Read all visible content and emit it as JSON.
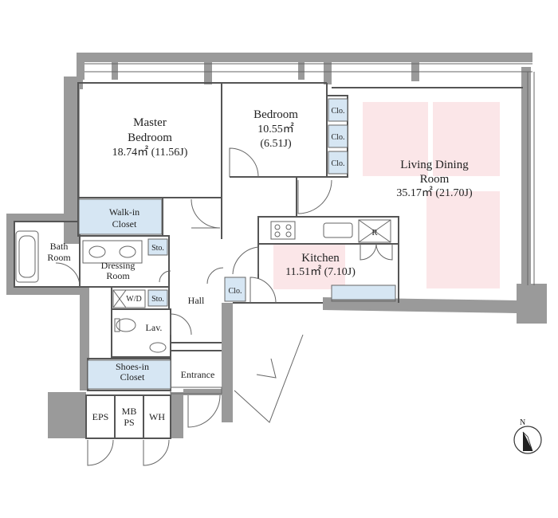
{
  "rooms": {
    "master_bedroom": {
      "name_line1": "Master",
      "name_line2": "Bedroom",
      "area": "18.74㎡ (11.56J)"
    },
    "bedroom": {
      "name": "Bedroom",
      "area_line1": "10.55㎡",
      "area_line2": "(6.51J)"
    },
    "living": {
      "name_line1": "Living Dining",
      "name_line2": "Room",
      "area": "35.17㎡ (21.70J)"
    },
    "kitchen": {
      "name": "Kitchen",
      "area": "11.51㎡ (7.10J)"
    },
    "bath": {
      "line1": "Bath",
      "line2": "Room"
    },
    "dressing": {
      "line1": "Dressing",
      "line2": "Room"
    },
    "walk_in": {
      "line1": "Walk-in",
      "line2": "Closet"
    },
    "shoes_in": {
      "line1": "Shoes-in",
      "line2": "Closet"
    },
    "hall": "Hall",
    "entrance": "Entrance",
    "lav": "Lav.",
    "wd": "W/D",
    "sto1": "Sto.",
    "sto2": "Sto.",
    "clo": [
      "Clo.",
      "Clo.",
      "Clo.",
      "Clo."
    ],
    "fridge": "R",
    "eps": "EPS",
    "mbps_line1": "MB",
    "mbps_line2": "PS",
    "wh": "WH"
  },
  "compass_label": "N",
  "colors": {
    "wall": "#9a9a9a",
    "closet": "#d6e6f3",
    "highlight": "#fbe6e8"
  }
}
